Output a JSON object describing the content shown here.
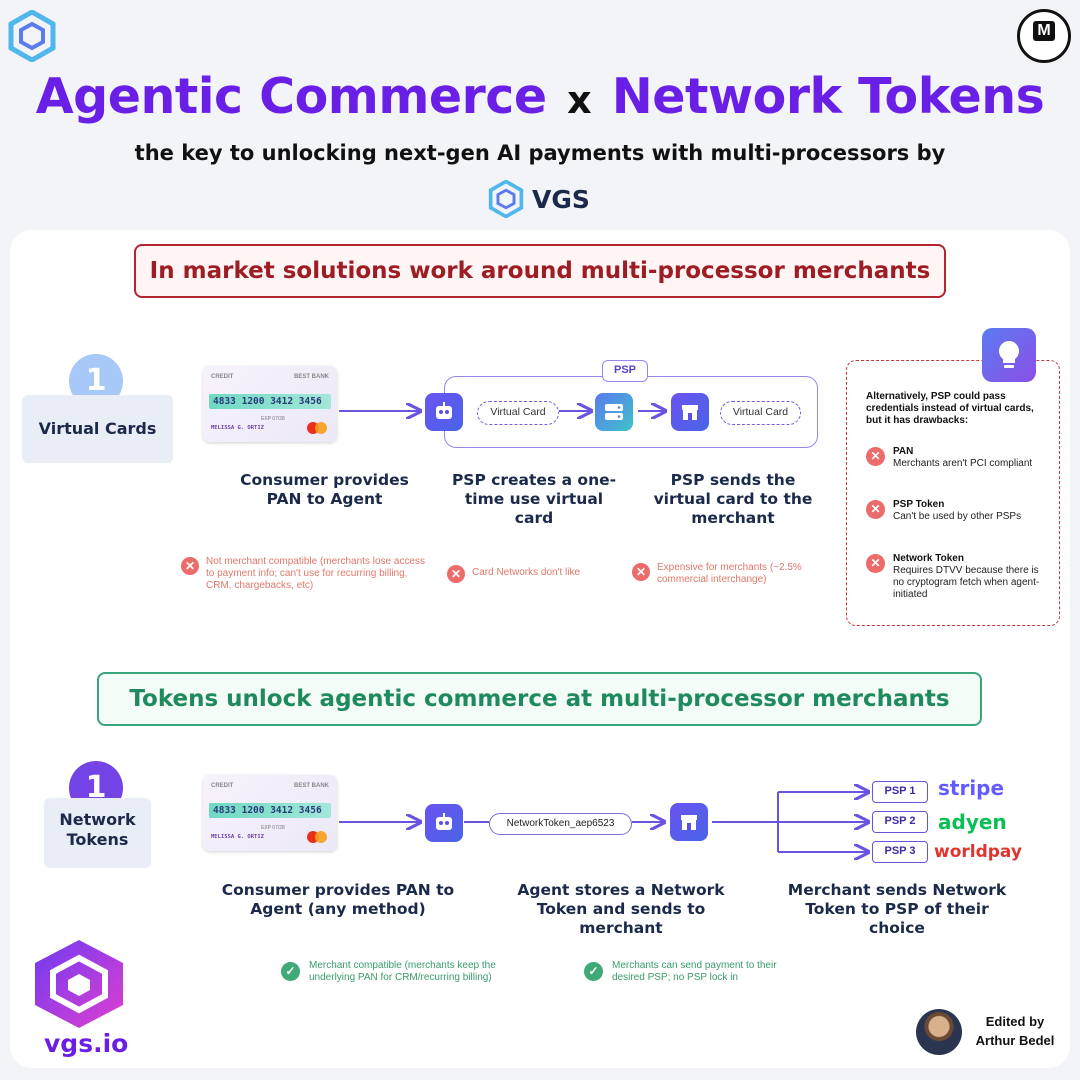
{
  "header": {
    "title_part1": "Agentic Commerce",
    "title_x": "x",
    "title_part2": "Network Tokens",
    "subtitle": "the key to unlocking next-gen AI payments with multi-processors by",
    "brand": "VGS"
  },
  "section1": {
    "banner": "In market solutions work around multi-processor merchants",
    "number": "1",
    "label": "Virtual Cards",
    "card": {
      "type": "CREDIT",
      "bank": "BEST BANK",
      "number": "4833 1200 3412 3456",
      "expiry": "EXP 07/28",
      "holder": "MELISSA G. ORTIZ"
    },
    "psp_tag": "PSP",
    "pill1": "Virtual Card",
    "pill2": "Virtual Card",
    "steps": [
      "Consumer provides PAN to Agent",
      "PSP creates a one-time use virtual card",
      "PSP sends the virtual card to the merchant"
    ],
    "cons": [
      "Not merchant compatible (merchants lose access to payment info; can't use for recurring billing, CRM, chargebacks, etc)",
      "Card Networks don't like",
      "Expensive for merchants (~2.5% commercial interchange)"
    ],
    "alt": {
      "intro": "Alternatively, PSP could pass credentials instead of virtual cards, but it has drawbacks:",
      "items": [
        {
          "title": "PAN",
          "desc": "Merchants aren't PCI compliant"
        },
        {
          "title": "PSP Token",
          "desc": "Can't be used by other PSPs"
        },
        {
          "title": "Network Token",
          "desc": "Requires DTVV because there is no cryptogram fetch when agent-initiated"
        }
      ]
    }
  },
  "section2": {
    "banner": "Tokens unlock agentic commerce at multi-processor merchants",
    "number": "1",
    "label_line1": "Network",
    "label_line2": "Tokens",
    "card": {
      "type": "CREDIT",
      "bank": "BEST BANK",
      "number": "4833 1200 3412 3456",
      "expiry": "EXP 07/28",
      "holder": "MELISSA G. ORTIZ"
    },
    "token_pill": "NetworkToken_aep6523",
    "psps": [
      "PSP 1",
      "PSP 2",
      "PSP 3"
    ],
    "processors": [
      "stripe",
      "adyen",
      "worldpay"
    ],
    "steps": [
      "Consumer provides PAN to Agent (any method)",
      "Agent stores a Network Token and sends to merchant",
      "Merchant sends Network Token to PSP of their choice"
    ],
    "pros": [
      "Merchant compatible (merchants keep the underlying PAN for CRM/recurring billing)",
      "Merchants can send payment to their desired PSP; no PSP lock in"
    ]
  },
  "footer": {
    "site": "vgs.io",
    "editor_line1": "Edited by",
    "editor_line2": "Arthur Bedel"
  },
  "colors": {
    "brand_purple": "#6a1fe6",
    "red": "#9e1c23",
    "green": "#1f8a5c",
    "stripe": "#635bff",
    "adyen": "#0abf53",
    "worldpay": "#e0342f"
  }
}
